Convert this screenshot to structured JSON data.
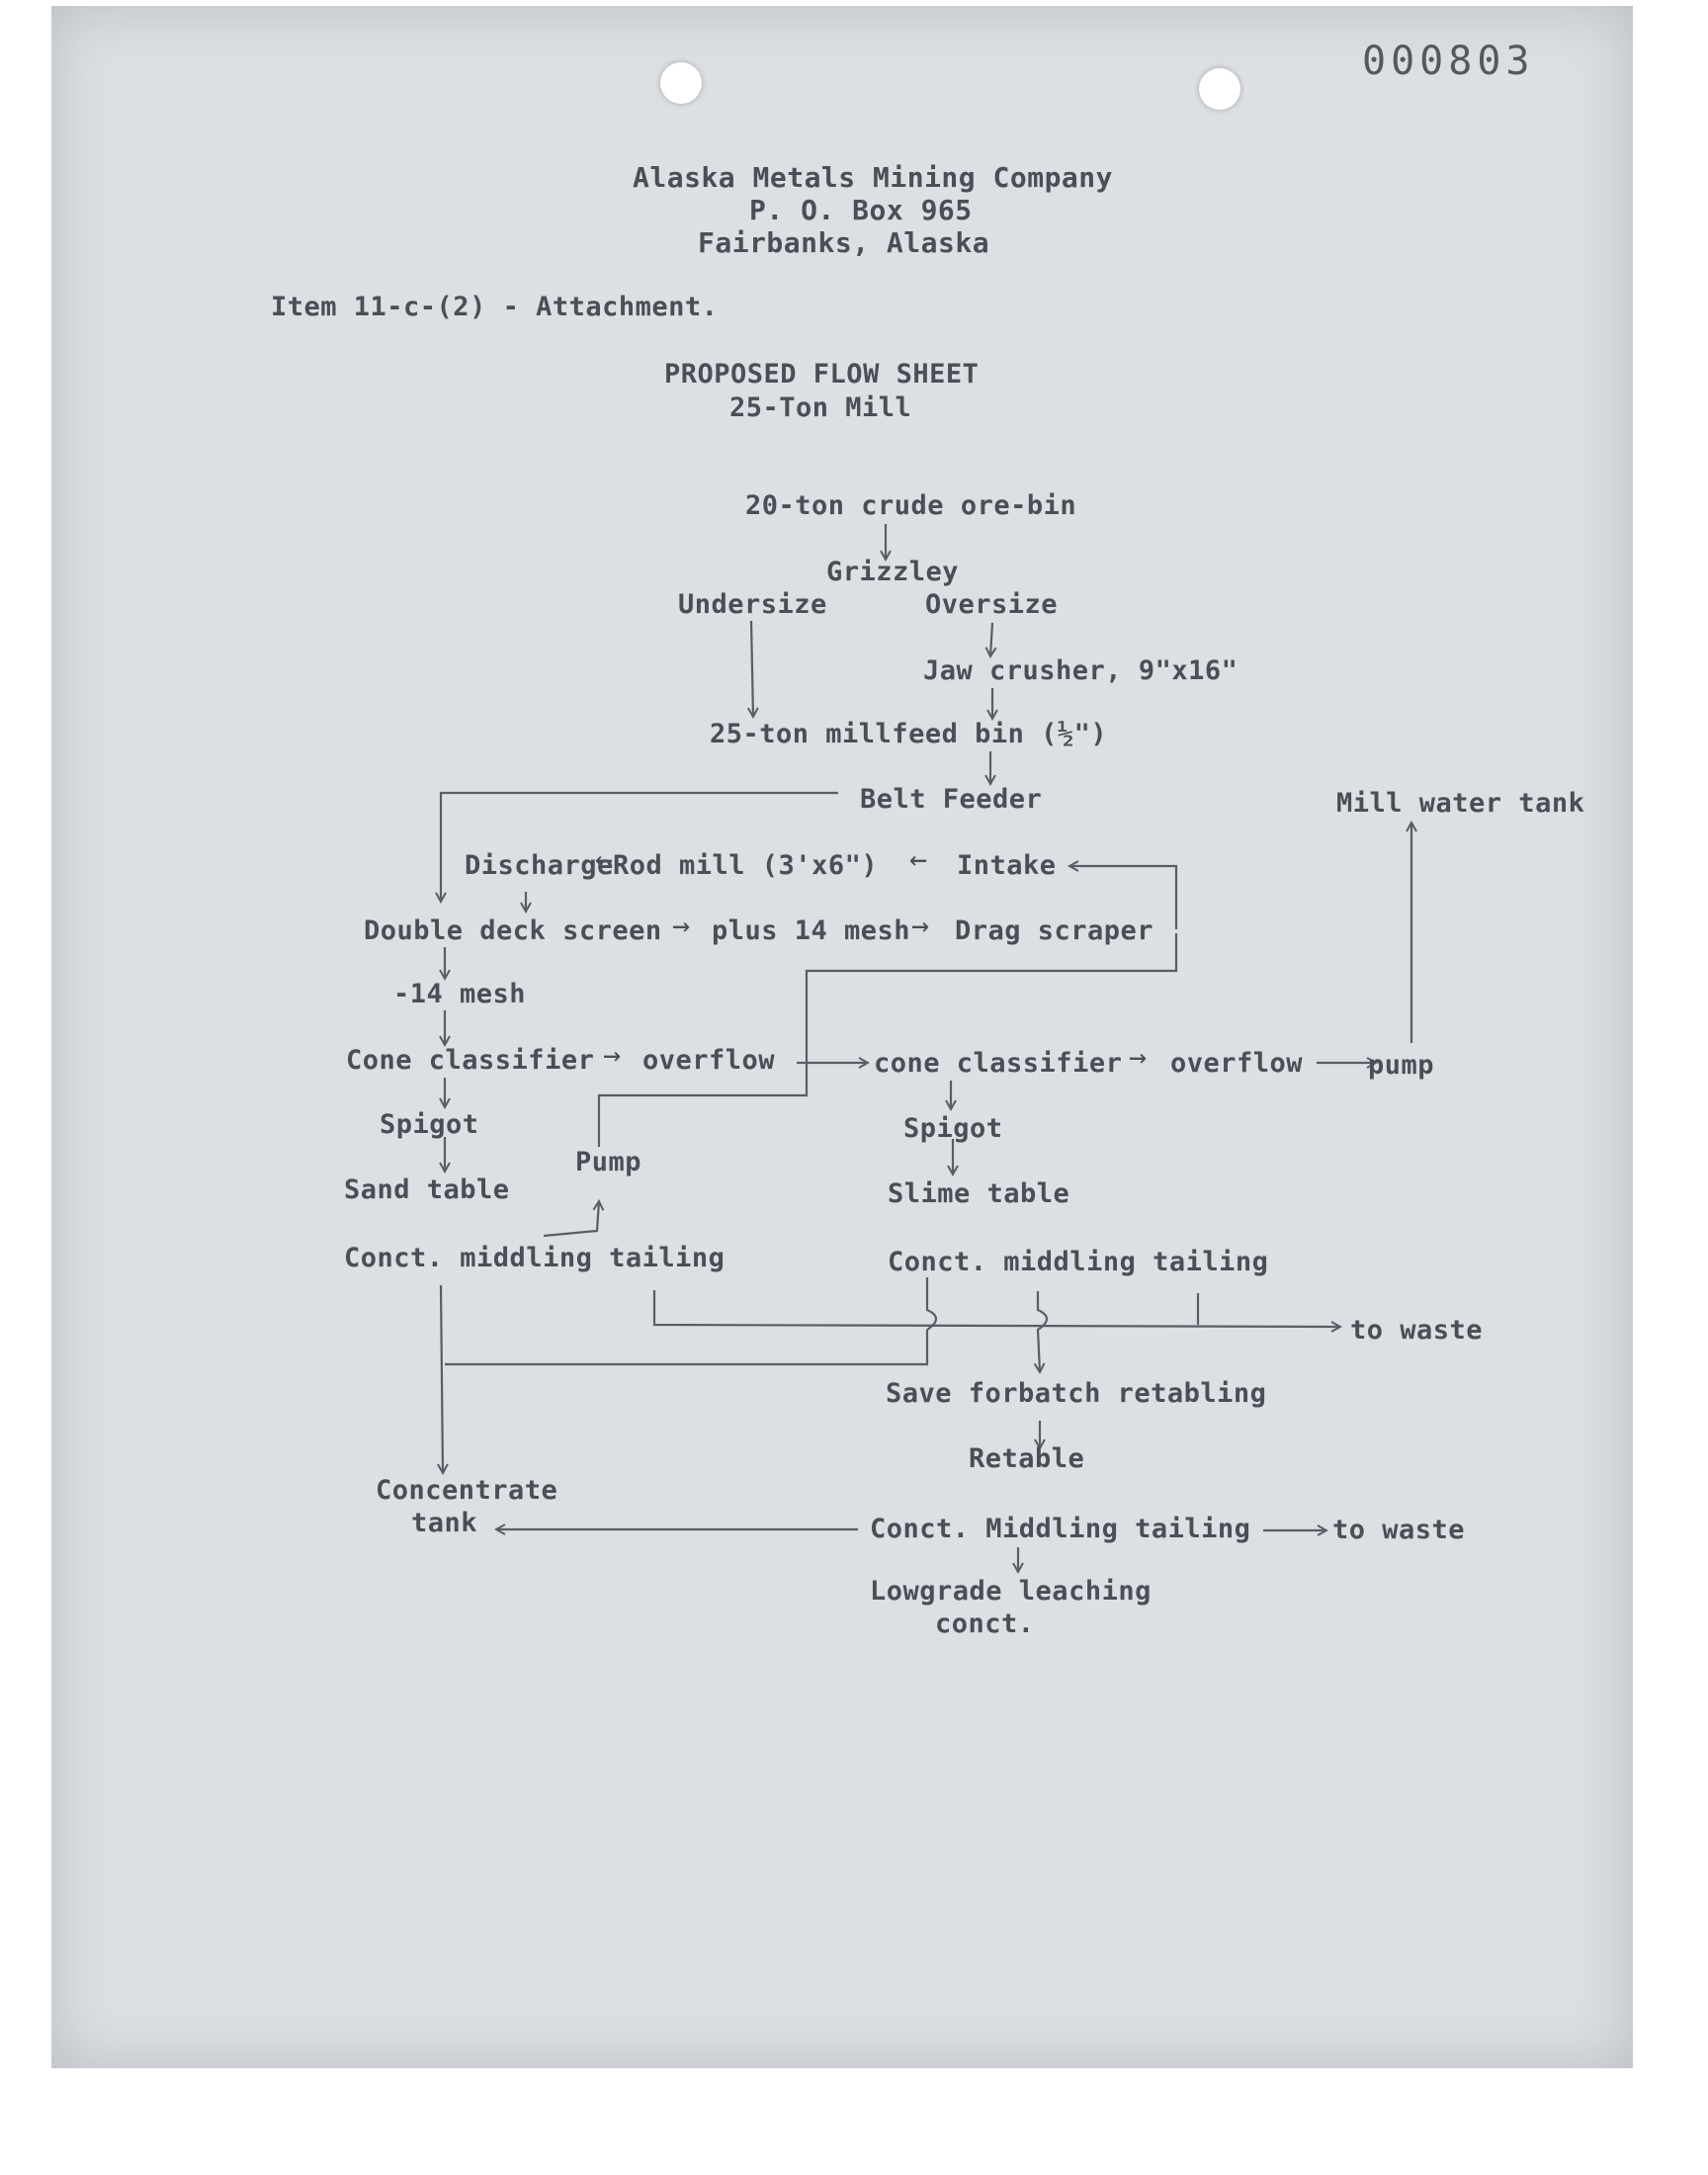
{
  "document_number": "000803",
  "letterhead": {
    "company": "Alaska Metals Mining Company",
    "address": "P. O. Box 965",
    "city": "Fairbanks, Alaska"
  },
  "item_reference": "Item 11-c-(2) - Attachment.",
  "title": "PROPOSED FLOW SHEET",
  "subtitle": "25-Ton Mill",
  "nodes": {
    "ore_bin": "20-ton crude ore-bin",
    "grizzley": "Grizzley",
    "undersize": "Undersize",
    "oversize": "Oversize",
    "jaw_crusher": "Jaw crusher, 9\"x16\"",
    "millfeed_bin": "25-ton millfeed bin (½\")",
    "belt_feeder": "Belt Feeder",
    "mill_water_tank": "Mill water tank",
    "discharge": "Discharge",
    "rod_mill": "Rod mill (3'x6\")",
    "intake": "Intake",
    "double_deck_screen": "Double deck screen",
    "plus_14_mesh": "plus 14 mesh",
    "drag_scraper": "Drag scraper",
    "minus_14_mesh": "-14 mesh",
    "cone_classifier_1": "Cone classifier",
    "overflow_1": "overflow",
    "cone_classifier_2": "cone classifier",
    "overflow_2": "overflow",
    "pump_right": "pump",
    "spigot_1": "Spigot",
    "sand_table": "Sand table",
    "pump_left": "Pump",
    "spigot_2": "Spigot",
    "slime_table": "Slime table",
    "sand_products": "Conct. middling tailing",
    "slime_products": "Conct. middling tailing",
    "to_waste_1": "to waste",
    "save_batch": "Save forbatch retabling",
    "retable": "Retable",
    "concentrate_tank_line1": "Concentrate",
    "concentrate_tank_line2": "tank",
    "retable_products": "Conct. Middling tailing",
    "to_waste_2": "to waste",
    "lowgrade_line1": "Lowgrade leaching",
    "lowgrade_line2": "conct."
  }
}
